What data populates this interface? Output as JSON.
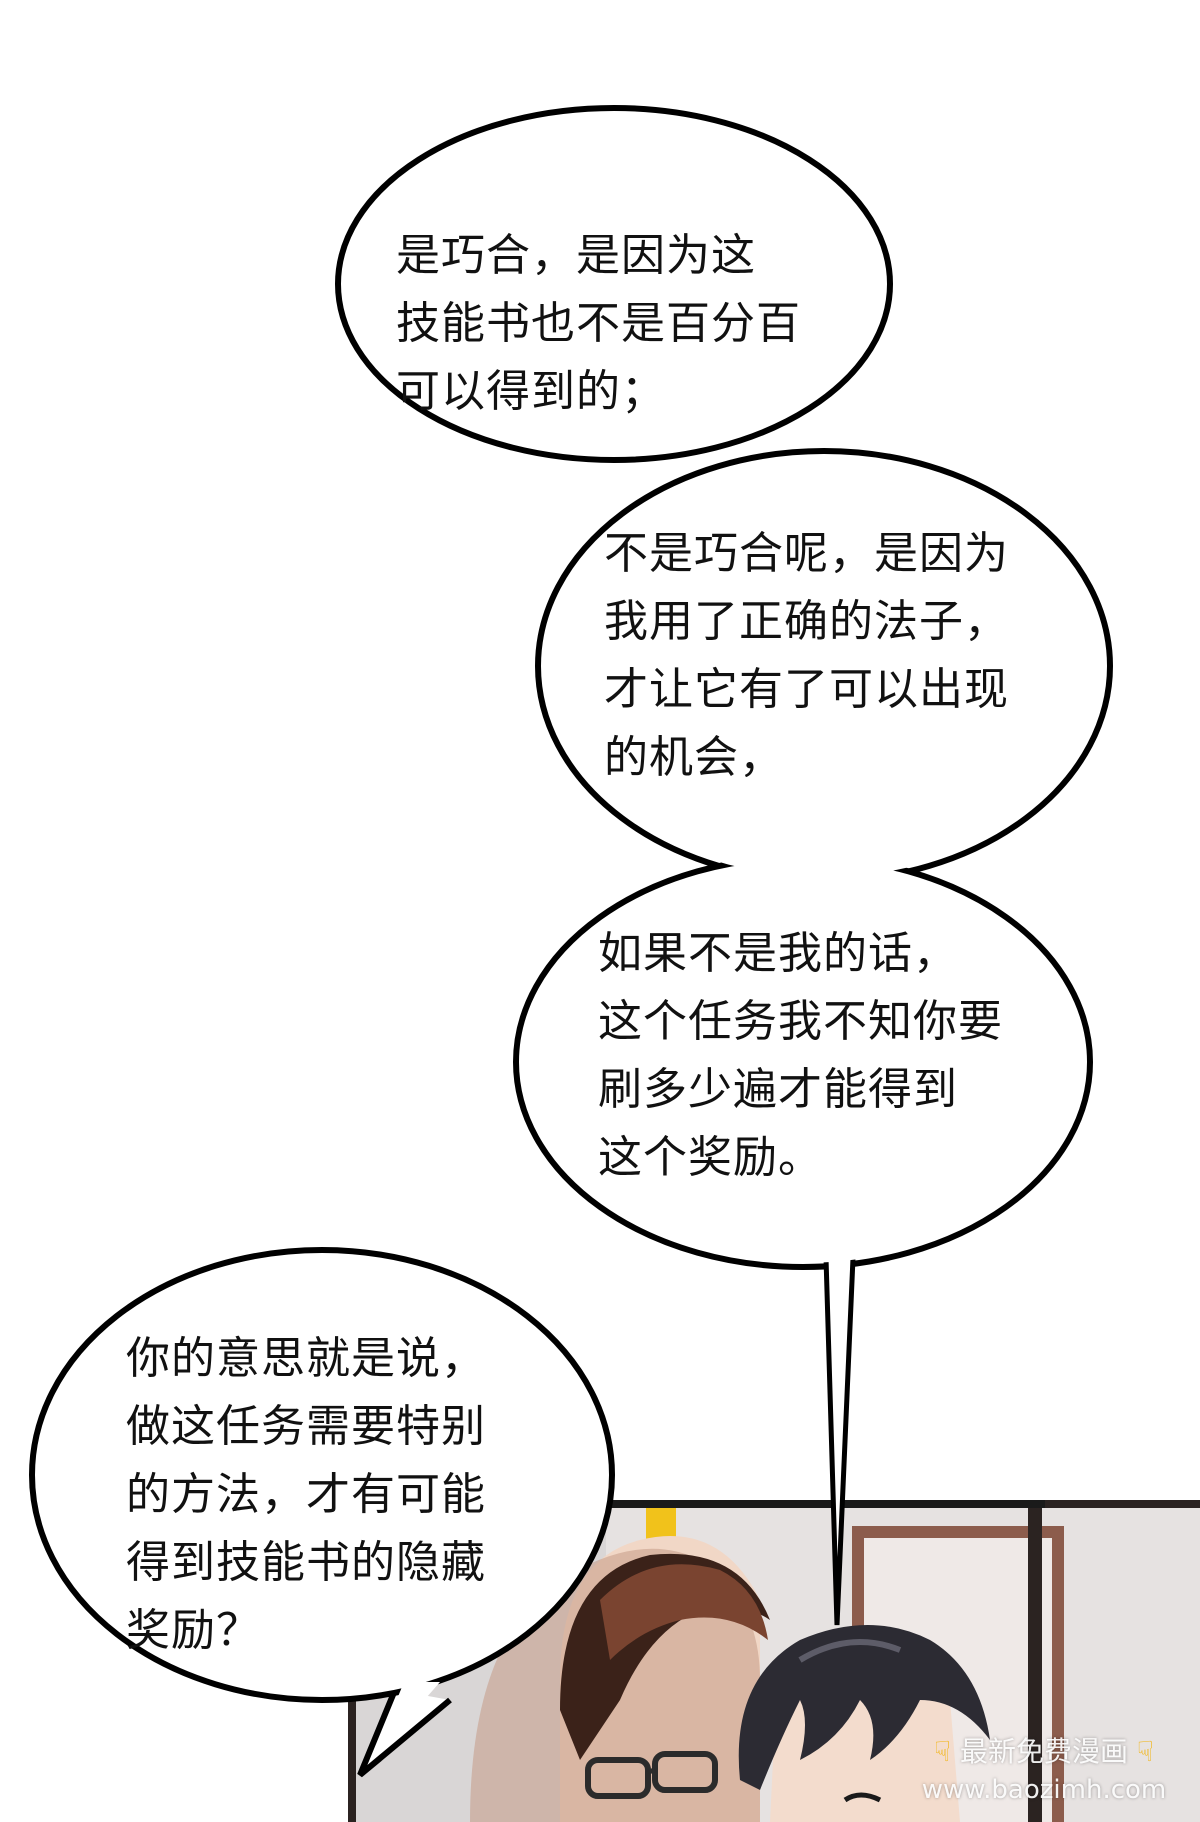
{
  "bubbles": [
    {
      "id": "bubble-1",
      "lines": [
        "是巧合，是因为这",
        "技能书也不是百分百",
        "可以得到的；"
      ]
    },
    {
      "id": "bubble-2",
      "lines": [
        "不是巧合呢，是因为",
        "我用了正确的法子，",
        "才让它有了可以出现",
        "的机会，"
      ]
    },
    {
      "id": "bubble-3",
      "lines": [
        "如果不是我的话，",
        "这个任务我不知你要",
        "刷多少遍才能得到",
        "这个奖励。"
      ]
    },
    {
      "id": "bubble-4",
      "lines": [
        "你的意思就是说，",
        "做这任务需要特别",
        "的方法，才有可能",
        "得到技能书的隐藏",
        "奖励？"
      ]
    }
  ],
  "watermark": {
    "top": "最新免费漫画",
    "bottom": "www.baozimh.com",
    "hand_icon": "pointing-hand-icon"
  },
  "colors": {
    "ink": "#111111",
    "bubble_fill": "#ffffff",
    "hair_dark": "#2a1a14",
    "hair_brown": "#6b3a26",
    "wall": "#e8e4e2",
    "accent_yellow": "#f3c21c",
    "frame_brown": "#8a5b4c"
  }
}
